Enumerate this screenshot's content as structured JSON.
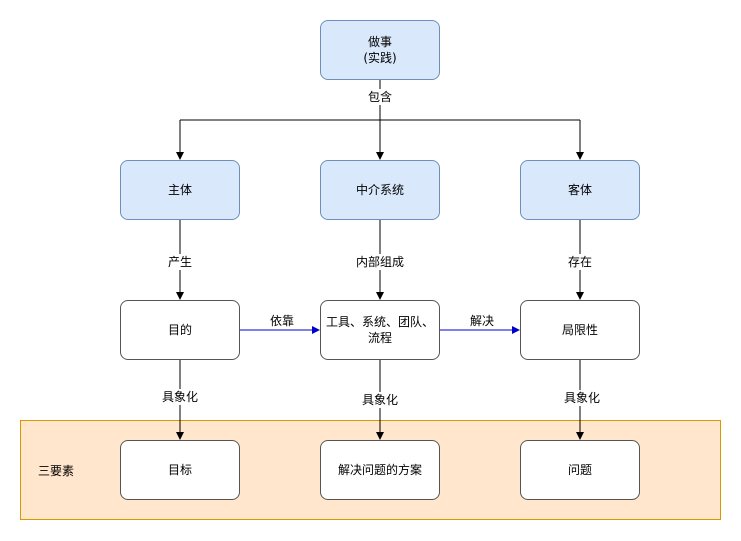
{
  "nodes": {
    "root": "做事\n(实践)",
    "subject": "主体",
    "medium": "中介系统",
    "object": "客体",
    "purpose": "目的",
    "means": "工具、系统、团队、\n流程",
    "limits": "局限性",
    "goal": "目标",
    "solution": "解决问题的方案",
    "problem": "问题"
  },
  "edges": {
    "contains": "包含",
    "produces": "产生",
    "composed_of": "内部组成",
    "exists": "存在",
    "relies_on": "依靠",
    "solves": "解决",
    "concretize_1": "具象化",
    "concretize_2": "具象化",
    "concretize_3": "具象化"
  },
  "band": {
    "label": "三要素"
  },
  "colors": {
    "blue_fill": "#dae8fc",
    "blue_border": "#6c8ebf",
    "band_fill": "#ffe6cc",
    "band_border": "#d79b00",
    "blue_arrow": "#0000cc"
  }
}
